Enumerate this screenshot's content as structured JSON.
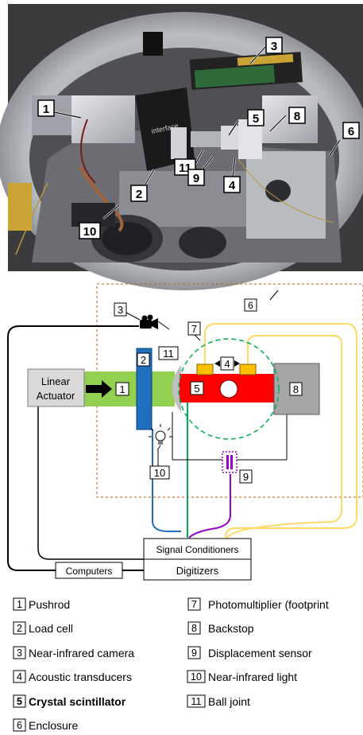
{
  "callouts": {
    "n1": "1",
    "n2": "2",
    "n3": "3",
    "n4": "4",
    "n5": "5",
    "n6": "6",
    "n7": "7",
    "n8": "8",
    "n9": "9",
    "n10": "10",
    "n11": "11"
  },
  "photo": {
    "brand_label": "interface"
  },
  "diagram": {
    "actuator_line1": "Linear",
    "actuator_line2": "Actuator",
    "signal_conditioners": "Signal Conditioners",
    "digitizers": "Digitizers",
    "computers": "Computers"
  },
  "legend": {
    "items": [
      {
        "num": "1",
        "label": "Pushrod"
      },
      {
        "num": "2",
        "label": "Load cell"
      },
      {
        "num": "3",
        "label": "Near-infrared camera"
      },
      {
        "num": "4",
        "label": "Acoustic transducers"
      },
      {
        "num": "5",
        "label": "Crystal scintillator"
      },
      {
        "num": "6",
        "label": "Enclosure"
      },
      {
        "num": "7",
        "label": "Photomultiplier (footprint"
      },
      {
        "num": "8",
        "label": "Backstop"
      },
      {
        "num": "9",
        "label": "Displacement sensor"
      },
      {
        "num": "10",
        "label": "Near-infrared light"
      },
      {
        "num": "11",
        "label": "Ball joint"
      }
    ]
  },
  "colors": {
    "pushrod": "#92d050",
    "load_cell": "#1f6fbf",
    "scintillator": "#ff0000",
    "transducer": "#ffc000",
    "backstop": "#a6a6a6",
    "enclosure": "#c55a11",
    "pmt_footprint": "#00b050",
    "displacement": "#9900cc",
    "yellow_cable": "#ffd966"
  }
}
